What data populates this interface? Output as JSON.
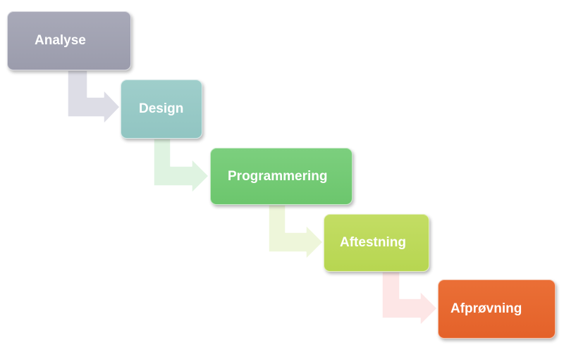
{
  "stages": [
    {
      "label": "Analyse",
      "color": "#9fa0b0",
      "arrow_color": "#dddde6"
    },
    {
      "label": "Design",
      "color": "#95c8c5",
      "arrow_color": "#dbeeed"
    },
    {
      "label": "Programmering",
      "color": "#72c973",
      "arrow_color": "#dff3e1"
    },
    {
      "label": "Aftestning",
      "color": "#bbd857",
      "arrow_color": "#eef6da"
    },
    {
      "label": "Afprøvning",
      "color": "#e6662d",
      "arrow_color": "#fde6e6"
    }
  ]
}
